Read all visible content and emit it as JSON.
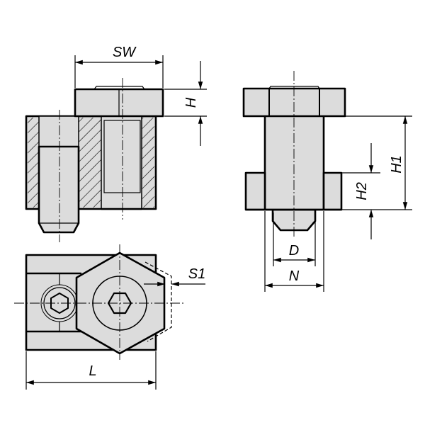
{
  "title": "Technical drawing of hexagon head nut block",
  "views": {
    "section_view": {
      "dimensions": {
        "width_across_flats": "SW",
        "head_height": "H"
      }
    },
    "side_view": {
      "dimensions": {
        "overall_height": "H1",
        "flange_height": "H2",
        "thread": "D",
        "shaft_width": "N"
      }
    },
    "top_view": {
      "dimensions": {
        "offset": "S1",
        "length": "L"
      }
    }
  },
  "colors": {
    "fill": "#dcdcdc",
    "line": "#000000"
  }
}
